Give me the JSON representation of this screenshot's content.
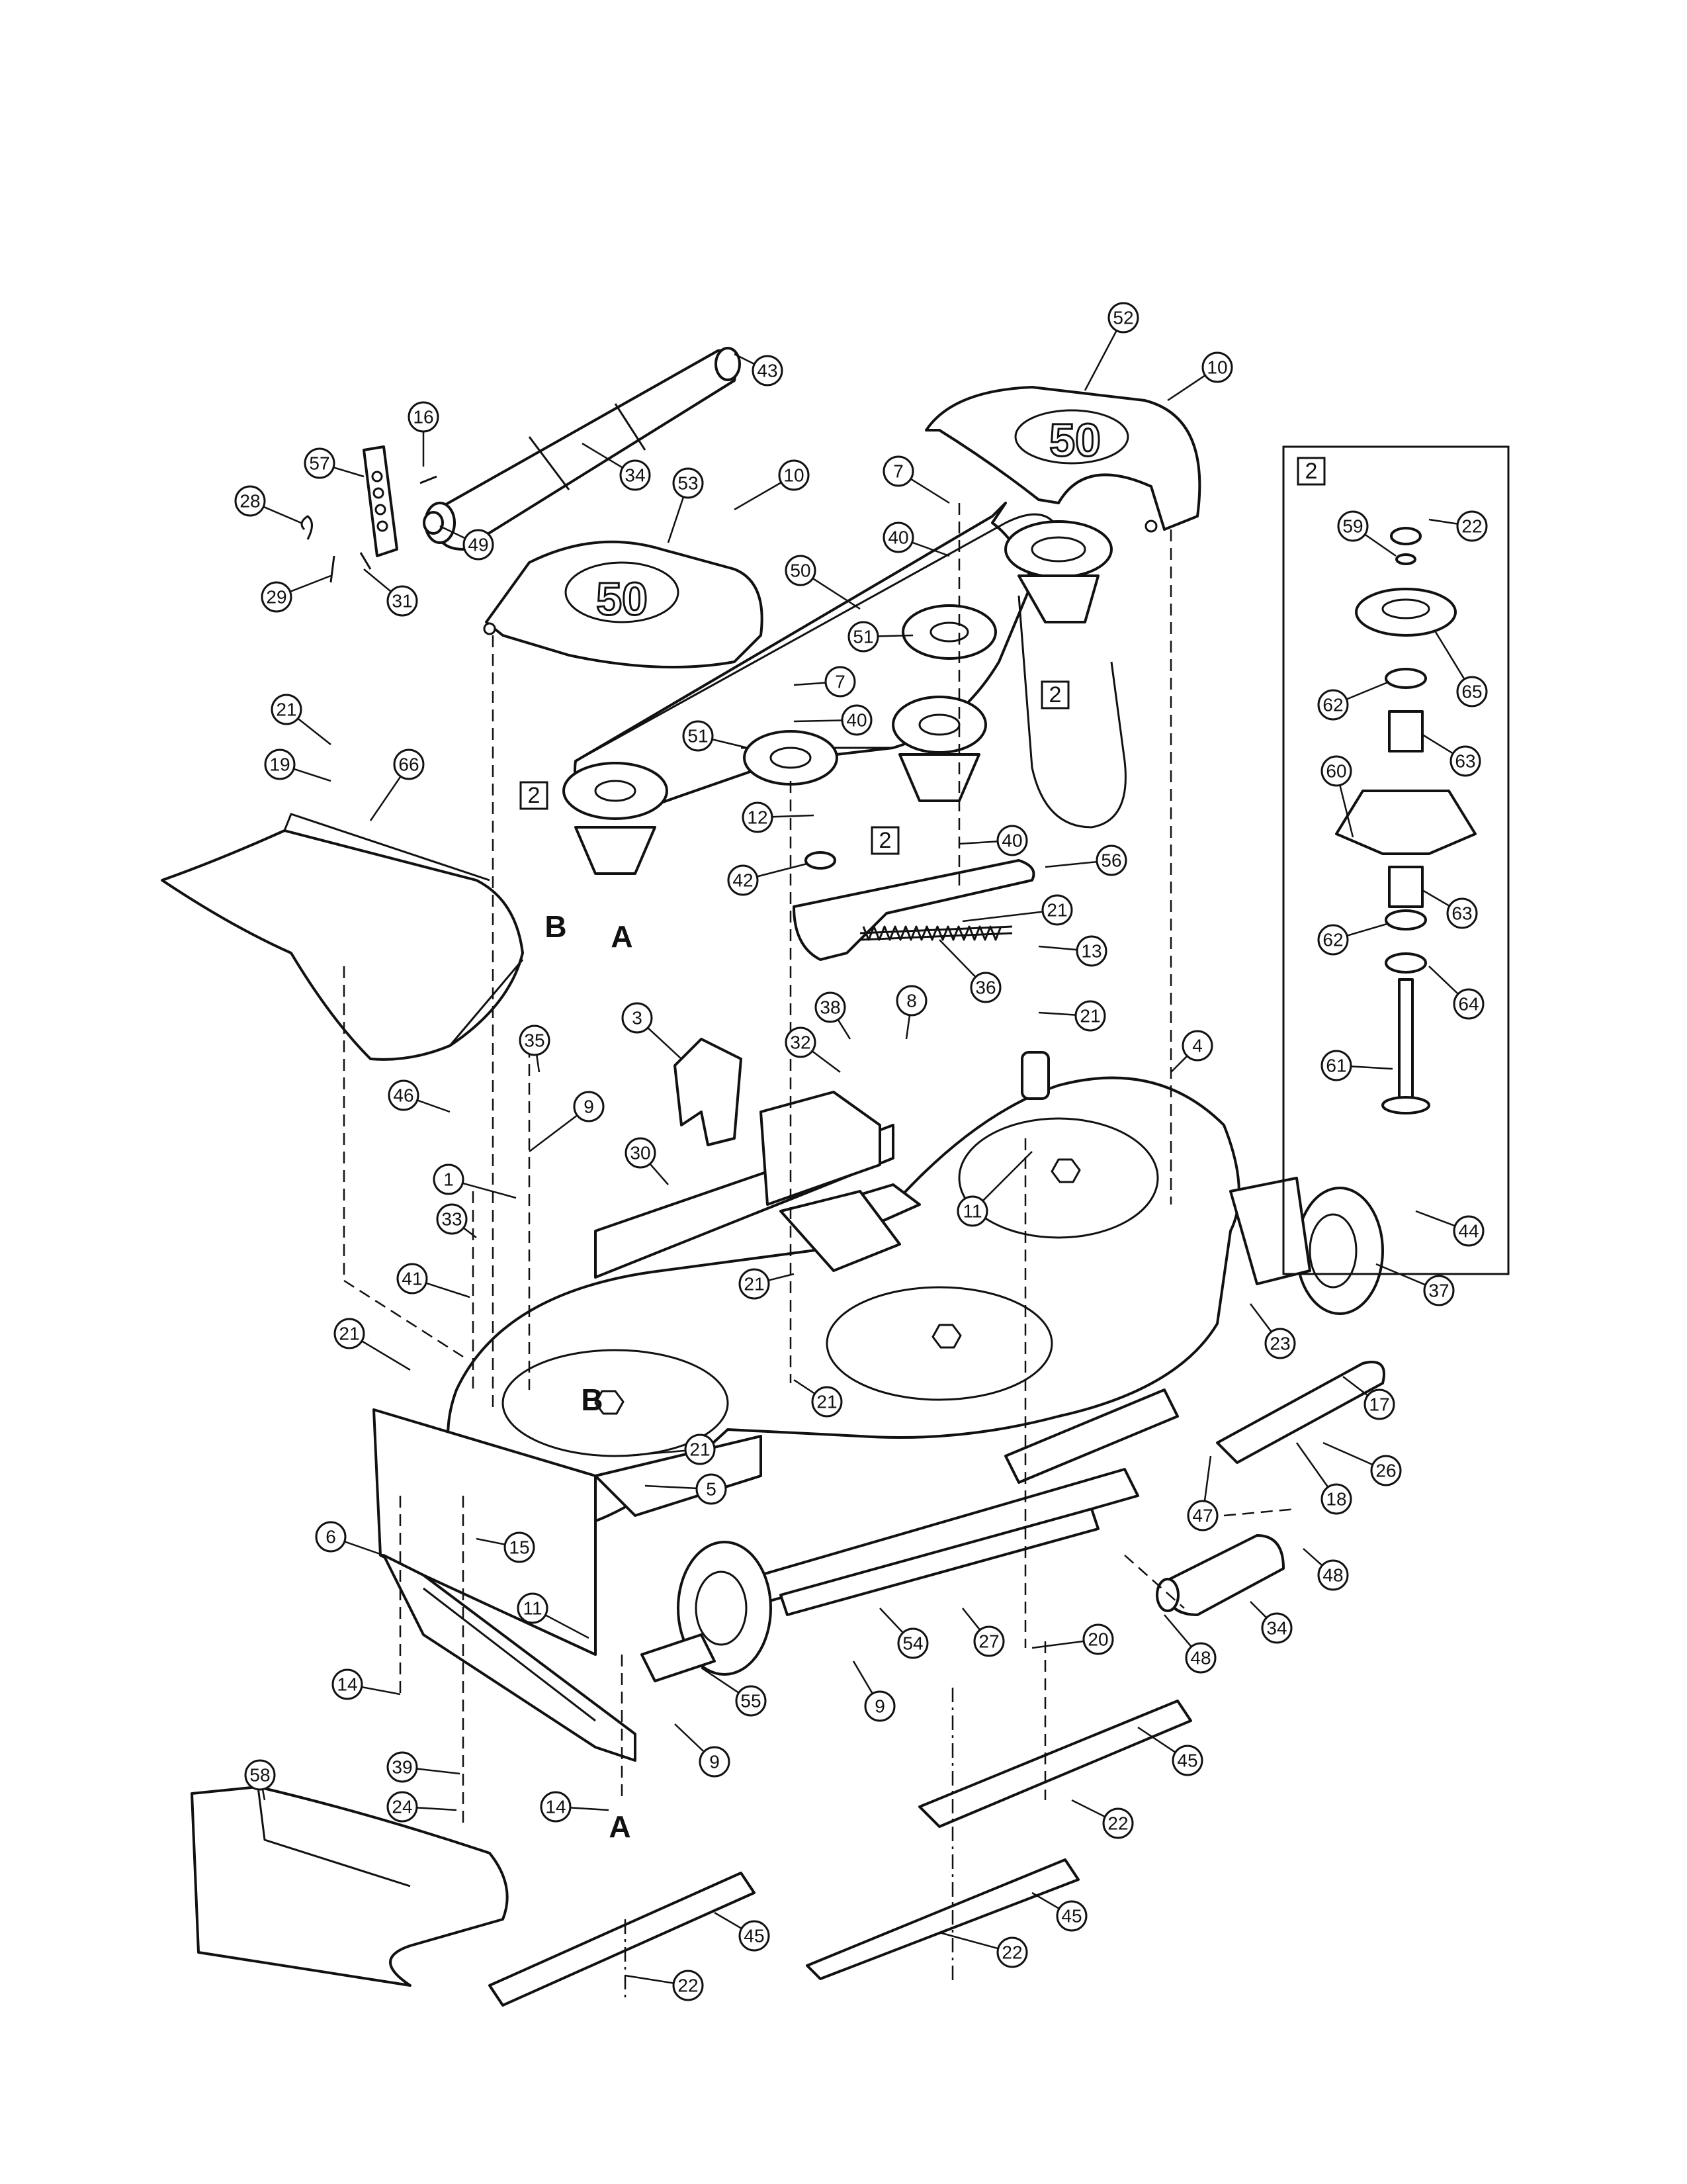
{
  "diagram": {
    "inset_label": "2",
    "connector_labels": [
      "A",
      "B"
    ],
    "cover_marking": "50",
    "callouts": [
      {
        "id": "c43",
        "label": "43"
      },
      {
        "id": "c16",
        "label": "16"
      },
      {
        "id": "c57",
        "label": "57"
      },
      {
        "id": "c28",
        "label": "28"
      },
      {
        "id": "c34a",
        "label": "34"
      },
      {
        "id": "c49",
        "label": "49"
      },
      {
        "id": "c29",
        "label": "29"
      },
      {
        "id": "c31",
        "label": "31"
      },
      {
        "id": "c53",
        "label": "53"
      },
      {
        "id": "c10a",
        "label": "10"
      },
      {
        "id": "c52",
        "label": "52"
      },
      {
        "id": "c10b",
        "label": "10"
      },
      {
        "id": "c7a",
        "label": "7"
      },
      {
        "id": "c40a",
        "label": "40"
      },
      {
        "id": "c50",
        "label": "50"
      },
      {
        "id": "c51a",
        "label": "51"
      },
      {
        "id": "c7b",
        "label": "7"
      },
      {
        "id": "c51b",
        "label": "51"
      },
      {
        "id": "c40b",
        "label": "40"
      },
      {
        "id": "c21a",
        "label": "21"
      },
      {
        "id": "c19",
        "label": "19"
      },
      {
        "id": "c66",
        "label": "66"
      },
      {
        "id": "c12",
        "label": "12"
      },
      {
        "id": "c42",
        "label": "42"
      },
      {
        "id": "c40c",
        "label": "40"
      },
      {
        "id": "c56",
        "label": "56"
      },
      {
        "id": "c21b",
        "label": "21"
      },
      {
        "id": "c13",
        "label": "13"
      },
      {
        "id": "c21c",
        "label": "21"
      },
      {
        "id": "c36",
        "label": "36"
      },
      {
        "id": "c3",
        "label": "3"
      },
      {
        "id": "c38",
        "label": "38"
      },
      {
        "id": "c8",
        "label": "8"
      },
      {
        "id": "c32",
        "label": "32"
      },
      {
        "id": "c35",
        "label": "35"
      },
      {
        "id": "c46",
        "label": "46"
      },
      {
        "id": "c9a",
        "label": "9"
      },
      {
        "id": "c30",
        "label": "30"
      },
      {
        "id": "c4",
        "label": "4"
      },
      {
        "id": "c1",
        "label": "1"
      },
      {
        "id": "c11a",
        "label": "11"
      },
      {
        "id": "c33",
        "label": "33"
      },
      {
        "id": "c21d",
        "label": "21"
      },
      {
        "id": "c44",
        "label": "44"
      },
      {
        "id": "c41",
        "label": "41"
      },
      {
        "id": "c37",
        "label": "37"
      },
      {
        "id": "c21e",
        "label": "21"
      },
      {
        "id": "c23",
        "label": "23"
      },
      {
        "id": "c21f",
        "label": "21"
      },
      {
        "id": "c17",
        "label": "17"
      },
      {
        "id": "c21g",
        "label": "21"
      },
      {
        "id": "c26",
        "label": "26"
      },
      {
        "id": "c5",
        "label": "5"
      },
      {
        "id": "c18",
        "label": "18"
      },
      {
        "id": "c47",
        "label": "47"
      },
      {
        "id": "c6",
        "label": "6"
      },
      {
        "id": "c15",
        "label": "15"
      },
      {
        "id": "c48a",
        "label": "48"
      },
      {
        "id": "c11b",
        "label": "11"
      },
      {
        "id": "c27",
        "label": "27"
      },
      {
        "id": "c54",
        "label": "54"
      },
      {
        "id": "c20",
        "label": "20"
      },
      {
        "id": "c34b",
        "label": "34"
      },
      {
        "id": "c48b",
        "label": "48"
      },
      {
        "id": "c14a",
        "label": "14"
      },
      {
        "id": "c9b",
        "label": "9"
      },
      {
        "id": "c55",
        "label": "55"
      },
      {
        "id": "c9c",
        "label": "9"
      },
      {
        "id": "c58",
        "label": "58"
      },
      {
        "id": "c39",
        "label": "39"
      },
      {
        "id": "c45a",
        "label": "45"
      },
      {
        "id": "c24",
        "label": "24"
      },
      {
        "id": "c14b",
        "label": "14"
      },
      {
        "id": "c22a",
        "label": "22"
      },
      {
        "id": "c45b",
        "label": "45"
      },
      {
        "id": "c45c",
        "label": "45"
      },
      {
        "id": "c22b",
        "label": "22"
      },
      {
        "id": "c22c",
        "label": "22"
      },
      {
        "id": "c22d",
        "label": "22"
      },
      {
        "id": "c59",
        "label": "59"
      },
      {
        "id": "c65",
        "label": "65"
      },
      {
        "id": "c62a",
        "label": "62"
      },
      {
        "id": "c63a",
        "label": "63"
      },
      {
        "id": "c60",
        "label": "60"
      },
      {
        "id": "c63b",
        "label": "63"
      },
      {
        "id": "c62b",
        "label": "62"
      },
      {
        "id": "c64",
        "label": "64"
      },
      {
        "id": "c61",
        "label": "61"
      }
    ],
    "assembly_refs": [
      {
        "id": "r1",
        "label": "2"
      },
      {
        "id": "r2",
        "label": "2"
      },
      {
        "id": "r3",
        "label": "2"
      }
    ]
  }
}
